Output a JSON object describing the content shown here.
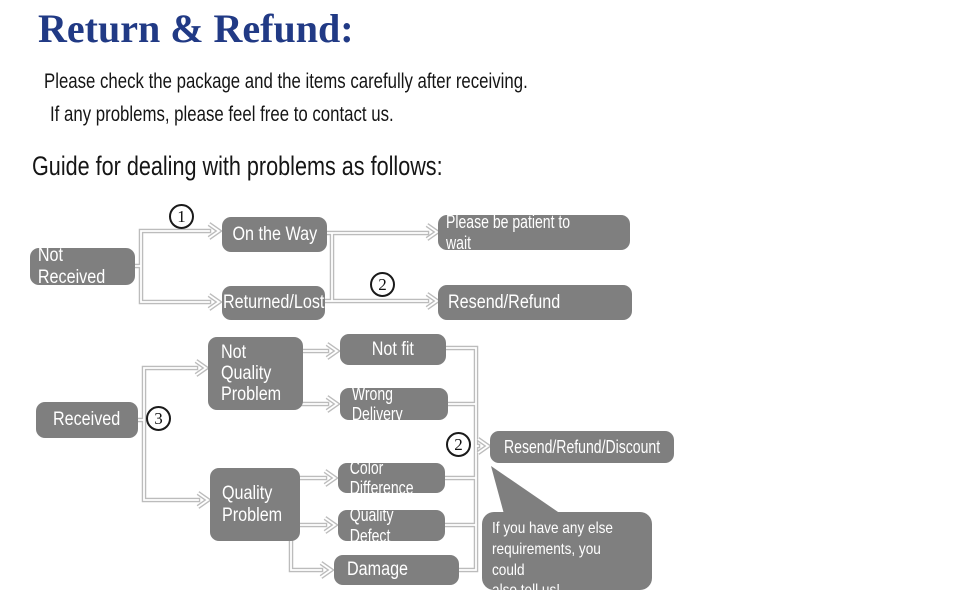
{
  "colors": {
    "page_bg": "#ffffff",
    "title": "#213a85",
    "node_bg": "#7f7f7f",
    "node_text": "#ffffff",
    "connector": "#bcbcbc"
  },
  "header": {
    "title": "Return & Refund:",
    "intro_line_1": "Please check the package and the items carefully after receiving.",
    "intro_line_2": "If any problems, please feel free to contact us.",
    "guide_heading": "Guide for dealing with problems as follows:"
  },
  "flowchart": {
    "markers": {
      "m1": "1",
      "m2": "2",
      "m3": "3",
      "m4": "2"
    },
    "nodes": {
      "not_received": {
        "label": "Not Received"
      },
      "on_the_way": {
        "label": "On the Way"
      },
      "returned_lost": {
        "label": "Returned/Lost"
      },
      "please_wait": {
        "label": "Please be patient to wait"
      },
      "resend_refund": {
        "label": "Resend/Refund"
      },
      "received": {
        "label": "Received"
      },
      "not_quality_problem": {
        "label": "Not\nQuality\nProblem"
      },
      "not_fit": {
        "label": "Not fit"
      },
      "wrong_delivery": {
        "label": "Wrong Delivery"
      },
      "quality_problem": {
        "label": "Quality\nProblem"
      },
      "color_difference": {
        "label": "Color Difference"
      },
      "quality_defect": {
        "label": "Quality Defect"
      },
      "damage": {
        "label": "Damage"
      },
      "resend_refund_discount": {
        "label": "Resend/Refund/Discount"
      },
      "note_bubble": {
        "label": "If you have any else\nrequirements, you could\nalso tell us!"
      }
    }
  }
}
